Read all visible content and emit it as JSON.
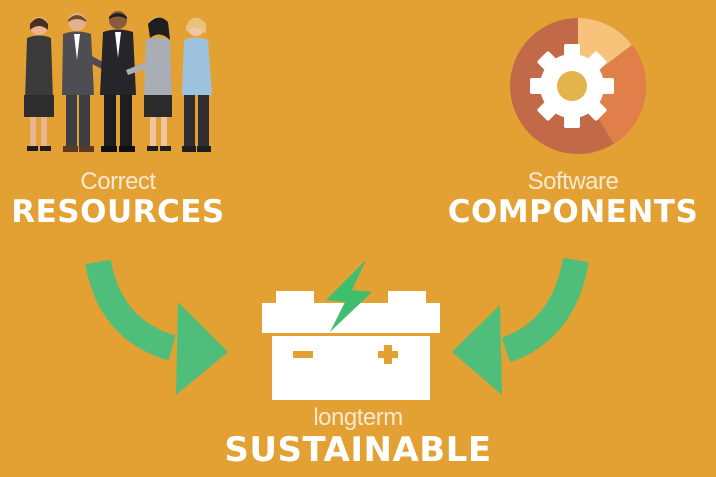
{
  "left_node": {
    "caption": "Correct",
    "title": "RESOURCES",
    "icon": "business-people-icon"
  },
  "right_node": {
    "caption": "Software",
    "title": "COMPONENTS",
    "icon": "gear-pie-chart-icon"
  },
  "bottom_node": {
    "caption": "longterm",
    "title": "SUSTAINABLE",
    "icon": "battery-icon"
  },
  "colors": {
    "background": "#E2A132",
    "arrow": "#4FBE7A",
    "pie_dark": "#C26A47",
    "pie_mid": "#E07F4A",
    "pie_light": "#F7C27A",
    "bolt": "#3FBF6E",
    "battery": "#FFFFFF"
  }
}
